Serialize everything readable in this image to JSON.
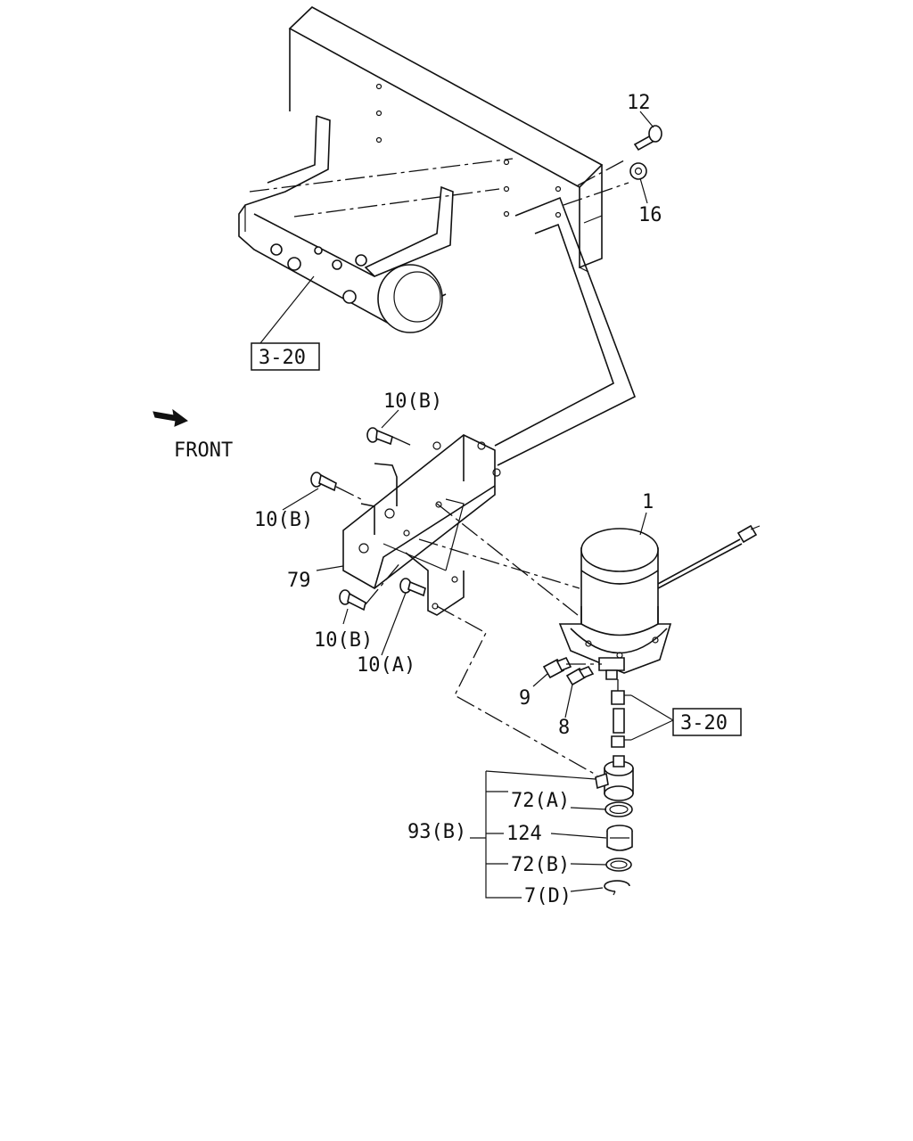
{
  "callouts": {
    "c12": "12",
    "c16": "16",
    "c1": "1",
    "c10b_top": "10(B)",
    "c10b_left": "10(B)",
    "c79": "79",
    "c10b_bottom": "10(B)",
    "c10a": "10(A)",
    "c9": "9",
    "c8": "8",
    "c72a": "72(A)",
    "c93b": "93(B)",
    "c124": "124",
    "c72b": "72(B)",
    "c7d": "7(D)"
  },
  "refs": {
    "ref_top": "3-20",
    "ref_right": "3-20"
  },
  "front_label": "FRONT"
}
